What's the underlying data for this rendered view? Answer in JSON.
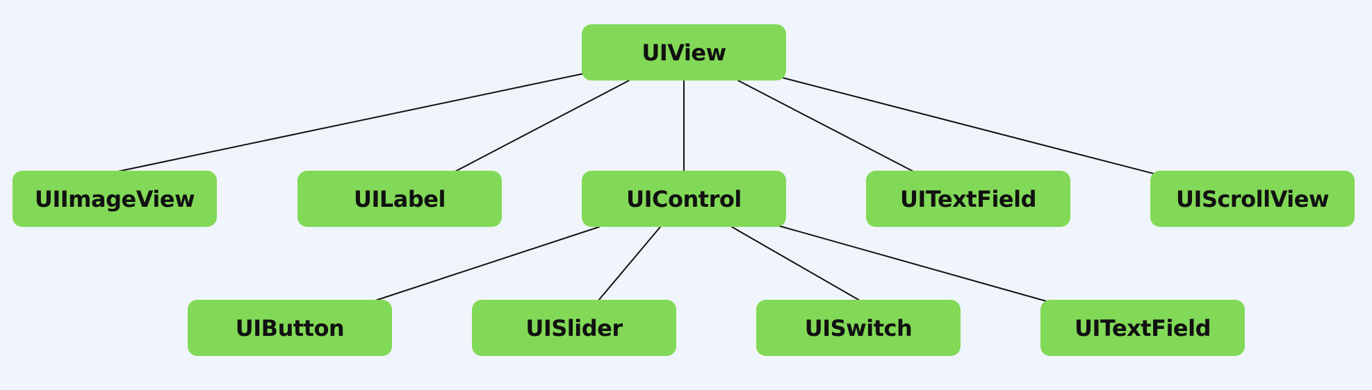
{
  "nodes": {
    "uiview": "UIView",
    "uiimageview": "UIImageView",
    "uilabel": "UILabel",
    "uicontrol": "UIControl",
    "uitextfield_1": "UITextField",
    "uiscrollview": "UIScrollView",
    "uibutton": "UIButton",
    "uislider": "UISlider",
    "uiswitch": "UISwitch",
    "uitextfield_2": "UITextField"
  },
  "edges": [
    [
      "uiview",
      "uiimageview"
    ],
    [
      "uiview",
      "uilabel"
    ],
    [
      "uiview",
      "uicontrol"
    ],
    [
      "uiview",
      "uitextfield_1"
    ],
    [
      "uiview",
      "uiscrollview"
    ],
    [
      "uicontrol",
      "uibutton"
    ],
    [
      "uicontrol",
      "uislider"
    ],
    [
      "uicontrol",
      "uiswitch"
    ],
    [
      "uicontrol",
      "uitextfield_2"
    ]
  ],
  "colors": {
    "background": "#f0f5fc",
    "node_fill": "#82d957",
    "edge": "#111111",
    "text": "#111111"
  }
}
